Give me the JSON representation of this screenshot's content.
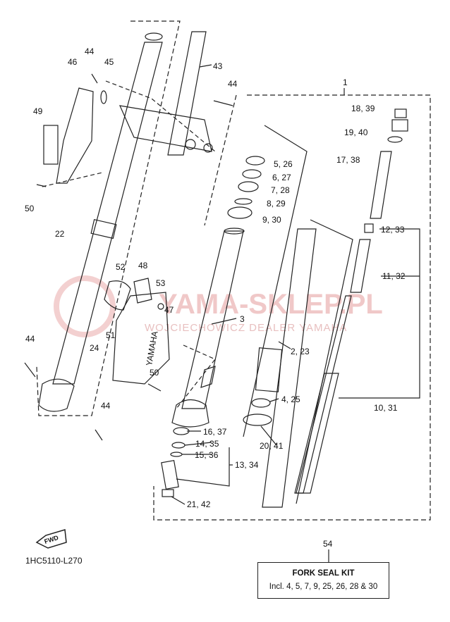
{
  "diagram": {
    "code": "1HC5110-L270",
    "fwd": "FWD",
    "brand_mark": "YAMAHA",
    "watermark": {
      "line1": "YAMA-SKLEP.PL",
      "line2": "WOJCIECHOWICZ DEALER YAMAHA"
    },
    "kit": {
      "ref": "54",
      "title": "FORK SEAL KIT",
      "desc": "Incl. 4, 5, 7, 9, 25, 26, 28 & 30"
    },
    "labels": [
      "1",
      "2, 23",
      "3",
      "4, 25",
      "5, 26",
      "6, 27",
      "7, 28",
      "8, 29",
      "9, 30",
      "10, 31",
      "11, 32",
      "12, 33",
      "13, 34",
      "14, 35",
      "15, 36",
      "16, 37",
      "17, 38",
      "18, 39",
      "19, 40",
      "20, 41",
      "21, 42",
      "22",
      "24",
      "43",
      "44",
      "44",
      "44",
      "44",
      "45",
      "46",
      "47",
      "48",
      "49",
      "50",
      "50",
      "51",
      "52",
      "53"
    ]
  }
}
